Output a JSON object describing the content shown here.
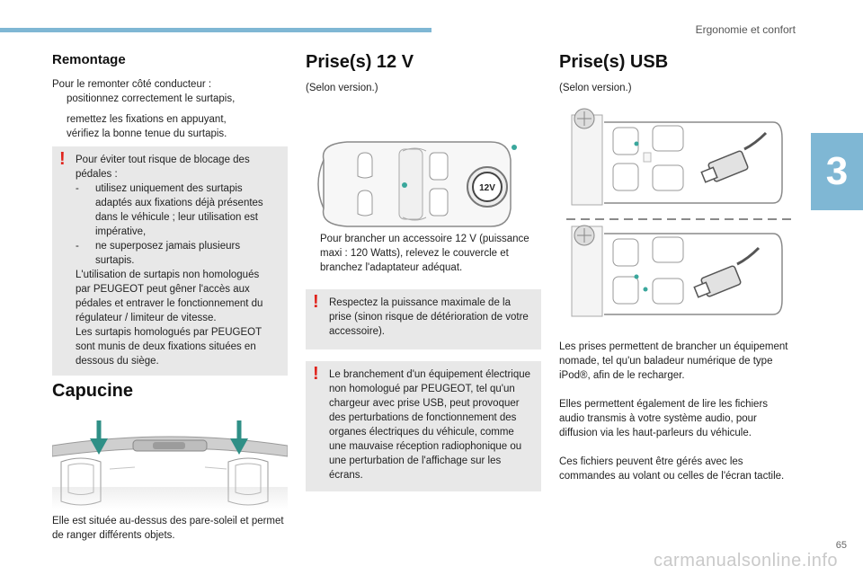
{
  "header": {
    "section_title": "Ergonomie et confort",
    "chapter_number": "3",
    "page_number": "65",
    "watermark": "carmanualsonline.info"
  },
  "remontage": {
    "title": "Remontage",
    "intro": "Pour le remonter côté conducteur :",
    "steps": [
      "positionnez correctement le surtapis,",
      "remettez les fixations en appuyant,",
      "vérifiez la bonne tenue du surtapis."
    ],
    "warning": {
      "line1": "Pour éviter tout risque de blocage des pédales :",
      "dash_items": [
        "utilisez uniquement des surtapis adaptés aux fixations déjà présentes dans le véhicule ; leur utilisation est impérative,",
        "ne superposez jamais plusieurs surtapis."
      ],
      "para2": "L'utilisation de surtapis non homologués par PEUGEOT peut gêner l'accès aux pédales et entraver le fonctionnement du régulateur / limiteur de vitesse.",
      "para3": "Les surtapis homologués par PEUGEOT sont munis de deux fixations situées en dessous du siège."
    }
  },
  "capucine": {
    "title": "Capucine",
    "text": "Elle est située au-dessus des pare-soleil et permet de ranger différents objets."
  },
  "prise12v": {
    "title": "Prise(s) 12 V",
    "version": "(Selon version.)",
    "socket_label": "12V",
    "bullet": "Pour brancher un accessoire 12 V (puissance maxi : 120 Watts), relevez le couvercle et branchez l'adaptateur adéquat.",
    "warning1": "Respectez la puissance maximale de la prise (sinon risque de détérioration de votre accessoire).",
    "warning2": "Le branchement d'un équipement électrique non homologué par PEUGEOT, tel qu'un chargeur avec prise USB, peut provoquer des perturbations de fonctionnement des organes électriques du véhicule, comme une mauvaise réception radiophonique ou une perturbation de l'affichage sur les écrans."
  },
  "priseusb": {
    "title": "Prise(s) USB",
    "version": "(Selon version.)",
    "para1": "Les prises permettent de brancher un équipement nomade, tel qu'un baladeur numérique de type iPod®, afin de le recharger.",
    "para2": "Elles permettent également de lire les fichiers audio transmis à votre système audio, pour diffusion via les haut-parleurs du véhicule.",
    "para3": "Ces fichiers peuvent être gérés avec les commandes au volant ou celles de l'écran tactile."
  },
  "glyphs": {
    "bullet": "",
    "dash": "-",
    "warning": "!"
  },
  "colors": {
    "accent": "#7fb7d4",
    "warning_red": "#e0231c",
    "box_bg": "#e8e8e8",
    "arrow_teal": "#2f8f86",
    "port_teal": "#3aa79c"
  }
}
